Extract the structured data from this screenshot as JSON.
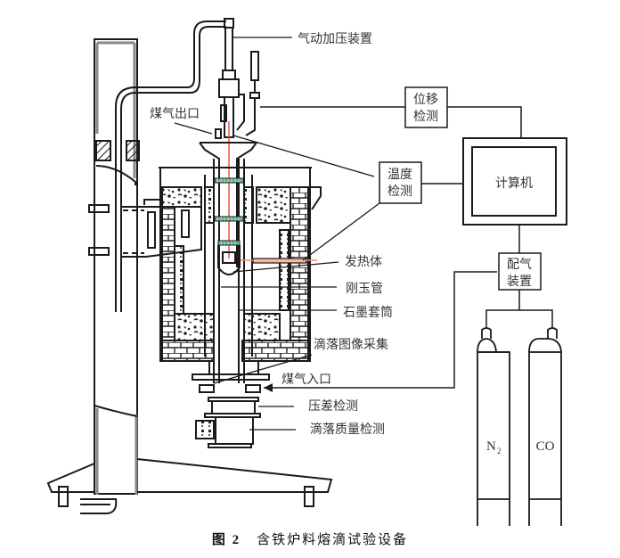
{
  "figure": {
    "caption_prefix": "图 2",
    "caption_title": "含铁炉料熔滴试验设备"
  },
  "labels": {
    "pneumatic_press": "气动加压装置",
    "gas_outlet": "煤气出口",
    "heater": "发热体",
    "corundum_tube": "刚玉管",
    "graphite_sleeve": "石墨套筒",
    "drip_image": "滴落图像采集",
    "gas_inlet": "煤气入口",
    "pressure_diff": "压差检测",
    "drip_mass": "滴落质量检测"
  },
  "boxes": {
    "displacement_line1": "位移",
    "displacement_line2": "检测",
    "temperature_line1": "温度",
    "temperature_line2": "检测",
    "computer": "计算机",
    "gas_mixing_line1": "配气",
    "gas_mixing_line2": "装置"
  },
  "cylinders": {
    "n2": "N",
    "n2_sub": "2",
    "co": "CO"
  },
  "colors": {
    "line": "#1a1a1a",
    "thermocouple": "#e8412e",
    "heater": "#f08a6e",
    "graphite_band": "#8fcfb4",
    "shade": "#888888"
  }
}
